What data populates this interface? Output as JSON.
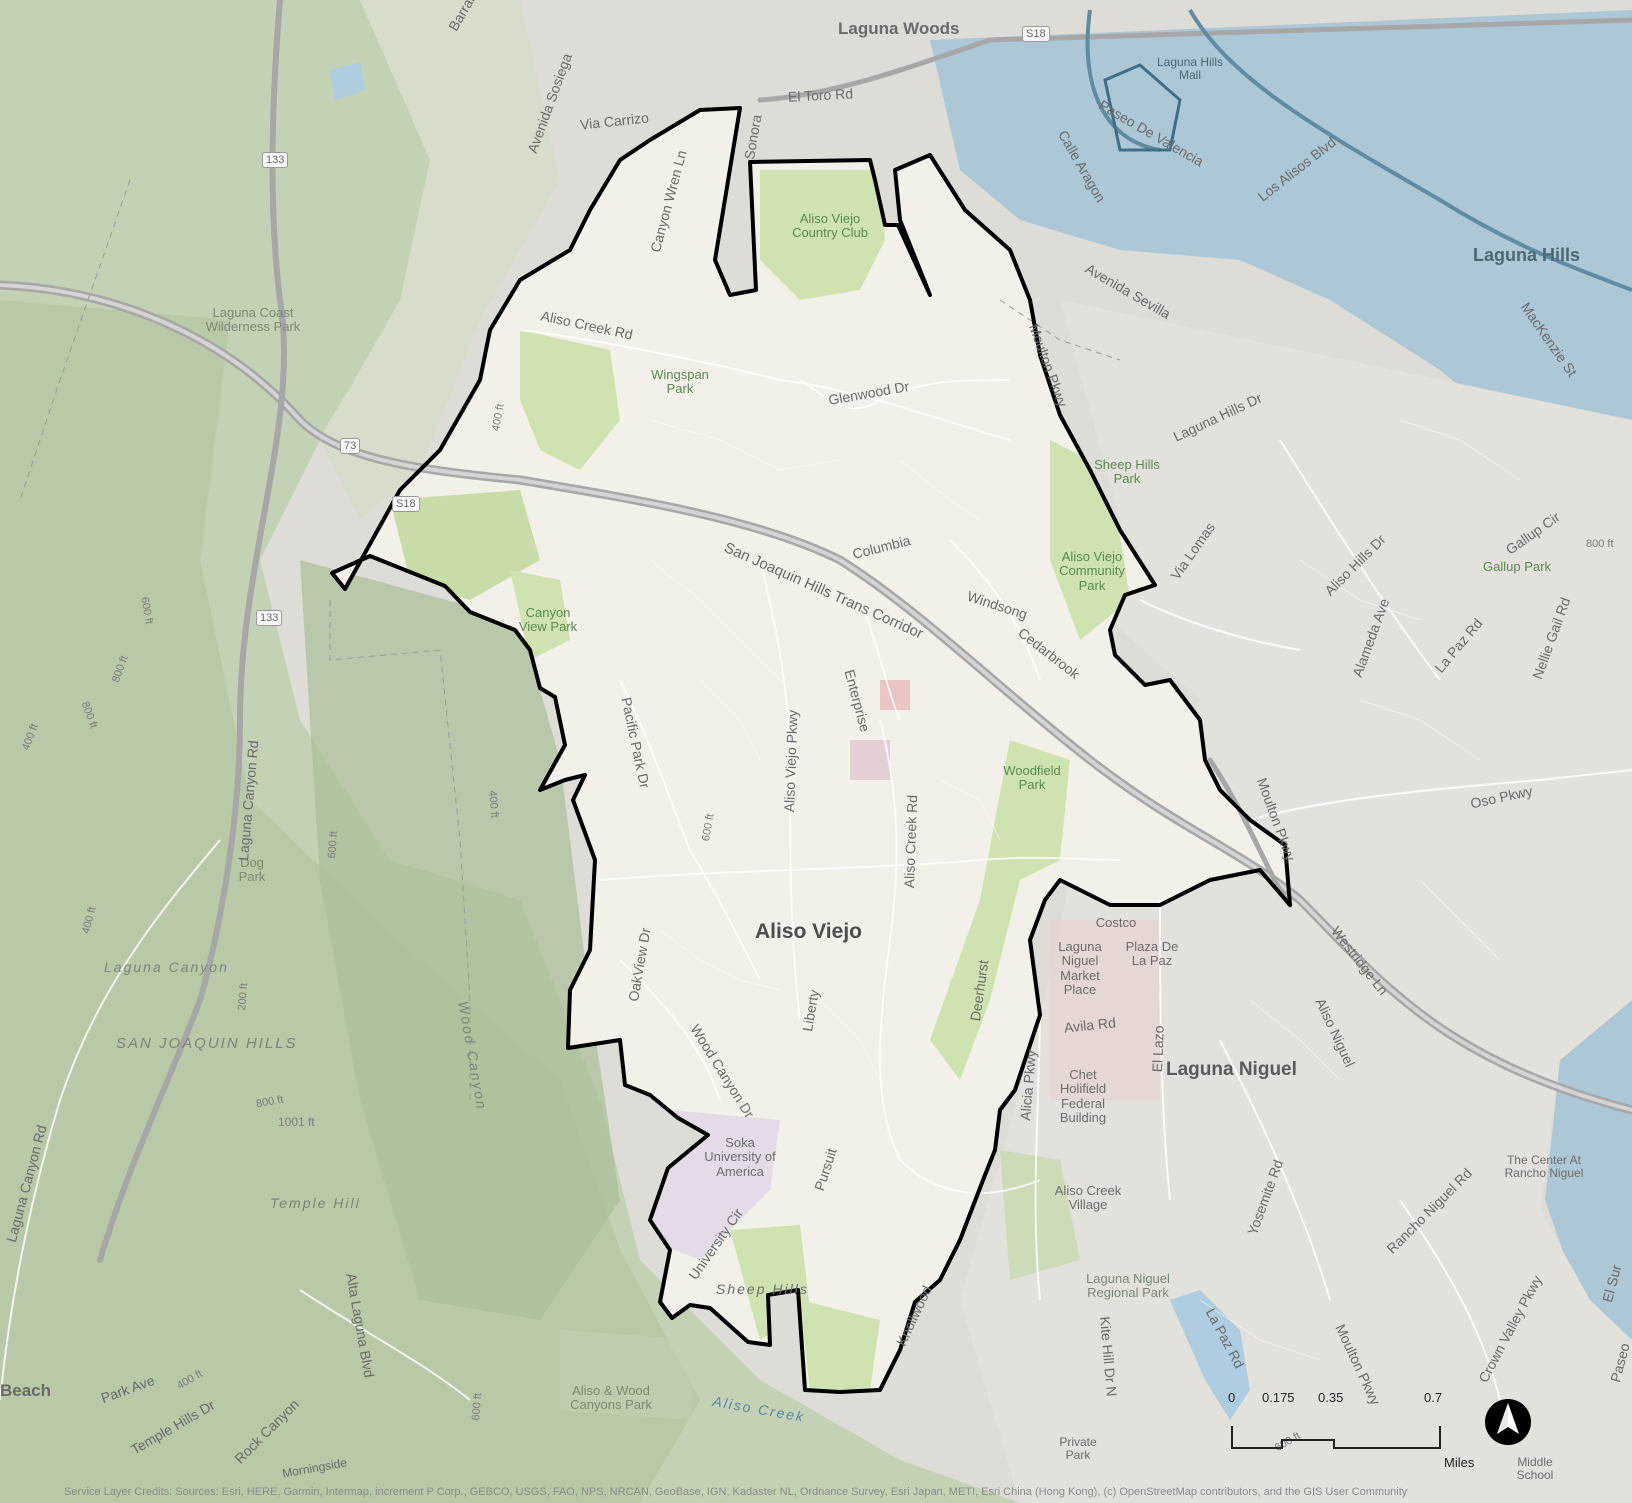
{
  "map": {
    "city_label": "Aliso Viejo",
    "places": {
      "laguna_woods": "Laguna Woods",
      "laguna_hills": "Laguna Hills",
      "laguna_niguel": "Laguna Niguel",
      "laguna_hills_mall": "Laguna Hills Mall",
      "costco": "Costco",
      "laguna_niguel_market_place": "Laguna Niguel Market Place",
      "plaza_de_la_paz": "Plaza De La Paz",
      "chet_holifield": "Chet Holifield Federal Building",
      "aliso_creek_village": "Aliso Creek Village",
      "soka": "Soka University of America",
      "center_rancho_niguel": "The Center At Rancho Niguel",
      "beach": "Beach",
      "middle_school": "Middle School",
      "private_park": "Private Park"
    },
    "parks": {
      "country_club": "Aliso Viejo Country Club",
      "laguna_coast": "Laguna Coast Wilderness Park",
      "wingspan": "Wingspan Park",
      "canyon_view": "Canyon View Park",
      "sheep_hills_park": "Sheep Hills Park",
      "community_park": "Aliso Viejo Community Park",
      "woodfield": "Woodfield Park",
      "gallup_park": "Gallup Park",
      "dog_park": "Dog Park",
      "aliso_wood": "Aliso & Wood Canyons Park",
      "regional_park": "Laguna Niguel Regional Park"
    },
    "terrain": {
      "san_joaquin_hills": "SAN JOAQUIN HILLS",
      "laguna_canyon": "Laguna Canyon",
      "temple_hill": "Temple Hill",
      "sheep_hills": "Sheep Hills",
      "wood_canyon": "Wood Canyon",
      "aliso_creek": "Aliso Creek"
    },
    "roads": {
      "el_toro": "El Toro Rd",
      "via_carrizo": "Via Carrizo",
      "avenida_sosiega": "Avenida Sosiega",
      "sonora": "Sonora",
      "canyon_wren": "Canyon Wren Ln",
      "aliso_creek_rd": "Aliso Creek Rd",
      "glenwood": "Glenwood Dr",
      "sjh_corridor": "San Joaquin Hills Trans Corridor",
      "columbia": "Columbia",
      "windsong": "Windsong",
      "cedarbrook": "Cedarbrook",
      "enterprise": "Enterprise",
      "aliso_viejo_pkwy": "Aliso Viejo Pkwy",
      "pacific_park": "Pacific Park Dr",
      "aliso_creek_rd_2": "Aliso Creek Rd",
      "oakview": "OakView Dr",
      "wood_canyon_dr": "Wood Canyon Dr",
      "liberty": "Liberty",
      "deerhurst": "Deerhurst",
      "pursuit": "Pursuit",
      "university": "University Cir",
      "knollwood": "Knollwood",
      "avenida_sevilla": "Avenida Sevilla",
      "calle_aragon": "Calle Aragon",
      "los_alisos": "Los Alisos Blvd",
      "paseo_de_valencia": "Paseo De Valencia",
      "laguna_hills_dr": "Laguna Hills Dr",
      "moulton_top": "Moulton Pkwy",
      "moulton": "Moulton Pkwy",
      "moulton_bottom": "Moulton Pkwy",
      "mackenzie": "MacKenzie St",
      "via_lomas": "Via Lomas",
      "aliso_hills": "Aliso Hills Dr",
      "gallup_cir": "Gallup Cir",
      "alameda": "Alameda Ave",
      "la_paz": "La Paz Rd",
      "nellie_gail": "Nellie Gail Rd",
      "oso": "Oso Pkwy",
      "westridge": "Westridge Ln",
      "aliso_niguel": "Aliso Niguel",
      "avila": "Avila Rd",
      "el_lazo": "El Lazo",
      "alicia": "Alicia Pkwy",
      "yosemite": "Yosemite Rd",
      "rancho_niguel": "Rancho Niguel Rd",
      "crown_valley": "Crown Valley Pkwy",
      "la_paz_2": "La Paz Rd",
      "kite_hill": "Kite Hill Dr N",
      "alta_laguna": "Alta Laguna Blvd",
      "park_ave": "Park Ave",
      "temple_hills_dr": "Temple Hills Dr",
      "laguna_canyon_rd": "Laguna Canyon Rd",
      "laguna_canyon_rd_2": "Laguna Canyon Rd",
      "rock_canyon": "Rock Canyon",
      "morningside": "Morningside",
      "el_sur": "El Sur",
      "paseo": "Paseo",
      "barranca": "Barranca W",
      "hwy_73": "73",
      "hwy_133a": "133",
      "hwy_133b": "133",
      "s18": "S18",
      "s18b": "S18"
    },
    "elevations": {
      "e1": "400 ft",
      "e2": "600 ft",
      "e3": "800 ft",
      "e4": "800 ft",
      "e5": "400 ft",
      "e6": "600 ft",
      "e7": "400 ft",
      "e8": "200 ft",
      "e9": "600 ft",
      "e10": "800 ft",
      "e11": "1001 ft",
      "e12": "400 ft",
      "e13": "400 ft",
      "e14": "800 ft",
      "e15": "600 ft",
      "e16": "600 ft"
    }
  },
  "scale_bar": {
    "ticks": [
      "0",
      "0.175",
      "0.35",
      "0.7"
    ],
    "units": "Miles"
  },
  "north_arrow": {
    "icon": "north-arrow-icon"
  },
  "credits": "Service Layer Credits: Sources: Esri, HERE, Garmin, Intermap, increment P Corp., GEBCO, USGS, FAO, NPS, NRCAN, GeoBase, IGN, Kadaster NL, Ordnance Survey, Esri Japan, METI, Esri China (Hong Kong), (c) OpenStreetMap contributors, and the GIS User Community",
  "colors": {
    "boundary": "#000000",
    "flood_zone": "#a9c6d6",
    "park_green": "#cfe3b0",
    "hills_green": "#b9ccaa",
    "urban": "#dedcd6",
    "inside_city": "#f2f0e8"
  }
}
